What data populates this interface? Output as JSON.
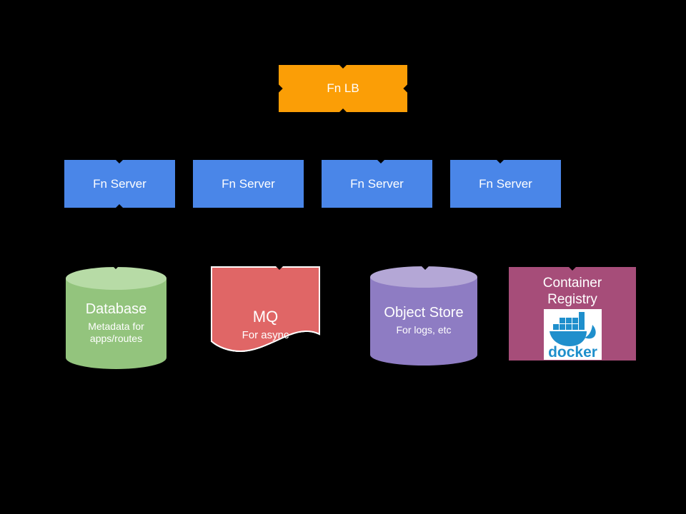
{
  "diagram": {
    "lb": {
      "label": "Fn LB"
    },
    "servers": [
      {
        "label": "Fn Server"
      },
      {
        "label": "Fn Server"
      },
      {
        "label": "Fn Server"
      },
      {
        "label": "Fn Server"
      }
    ],
    "database": {
      "title": "Database",
      "subtitle_line1": "Metadata for",
      "subtitle_line2": "apps/routes"
    },
    "mq": {
      "title": "MQ",
      "subtitle": "For async"
    },
    "object_store": {
      "title": "Object Store",
      "subtitle": "For logs, etc"
    },
    "container_registry": {
      "title_line1": "Container",
      "title_line2": "Registry",
      "logo_text": "docker"
    }
  },
  "colors": {
    "background": "#000000",
    "text": "#FFFFFF",
    "lb_fill": "#FB9E06",
    "server_fill": "#4A86E8",
    "database_fill": "#93C47D",
    "database_top_fill": "#B7DBA6",
    "mq_fill": "#E06666",
    "mq_stroke": "#FFFFFF",
    "object_store_fill": "#8E7CC3",
    "object_store_top_fill": "#B4A7D6",
    "registry_fill": "#A64D79",
    "docker_blue": "#1F8FCC",
    "docker_logo_bg": "#FFFFFF"
  }
}
